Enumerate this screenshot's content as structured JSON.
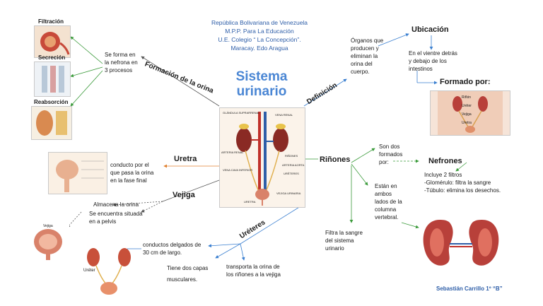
{
  "header": {
    "line1": "República Bolivariana de Venezuela",
    "line2": "M.P.P.  Para La Educación",
    "line3": "U.E. Colegio “ La Concepción”.",
    "line4": "Maracay. Edo Aragua"
  },
  "title": {
    "line1": "Sistema",
    "line2": "urinario"
  },
  "branches": {
    "formacion": "Formación de la orina",
    "definicion": "Definición",
    "uretra": "Uretra",
    "vejiga": "Vejiga",
    "rinones": "Riñones",
    "ureteres": "Uréteres"
  },
  "formacion": {
    "text": [
      "Se forma en",
      "la nefrona en",
      "3 procesos"
    ],
    "filtracion": "Filtración",
    "secrecion": "Secreción",
    "reabsorcion": "Reabsorción"
  },
  "definicion": {
    "text": [
      "Órganos que",
      "producen y",
      "eliminan la",
      "orina del",
      "cuerpo."
    ],
    "ubicacion": "Ubicación",
    "ubicacion_text": [
      "En el vientre detrás",
      "y debajo de los",
      "intestinos"
    ],
    "formado": "Formado por:",
    "formado_labels": [
      "Riñón",
      "Uréter",
      "Vejiga",
      "Uretra"
    ]
  },
  "uretra": {
    "text": [
      "conducto por el",
      "que pasa la orina",
      "en la fase final"
    ]
  },
  "vejiga": {
    "text1": "Almacena la orina",
    "text2": [
      "Se encuentra situada",
      "en a pelvis"
    ],
    "img_label": "Vejiga"
  },
  "rinones": {
    "sondos": [
      "Son dos",
      "formados",
      "por:"
    ],
    "nefrones": "Nefrones",
    "nefrones_text": [
      "Incluye 2 filtros",
      "-Glomérulo: filtra la sangre",
      "-Túbulo: elimina los desechos."
    ],
    "estan": [
      "Están en",
      "ambos",
      "lados de la",
      "columna",
      "vertebral."
    ],
    "filtra": [
      "Filtra la sangre",
      "del sistema",
      "urinario"
    ]
  },
  "ureteres": {
    "conductos": [
      "conductos delgados de",
      "30 cm de largo."
    ],
    "capas": [
      "Tiene dos capas",
      "musculares."
    ],
    "transporta": [
      "transporta la orina de",
      "los riñones a la vejiga"
    ],
    "img_label": "Uréter"
  },
  "center_image_labels": [
    "GLÁNDULA SUPRARRENAL",
    "VENA RENAL",
    "ARTERIA RENAL",
    "RIÑONES",
    "VENA CAVA INFERIOR",
    "ARTERIA AORTA",
    "URÉTERES",
    "VEJIGA URINARIA",
    "URETRA"
  ],
  "author": "Sebastián Carrillo 1º “B”",
  "colors": {
    "header": "#2e5ea8",
    "title": "#4a86d4",
    "green": "#3a9a3a",
    "orange": "#e08030",
    "blue": "#3a7fd0",
    "kidney": "#b8403a"
  }
}
